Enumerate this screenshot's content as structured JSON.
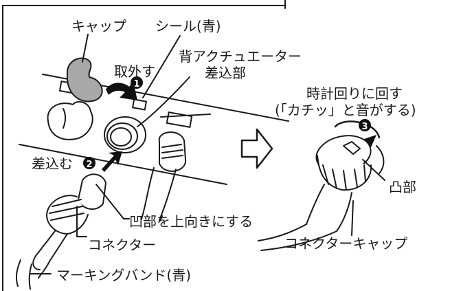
{
  "left": {
    "labels": {
      "cap": "キャップ",
      "seal": "シール(青)",
      "remove": "取外す",
      "back_actuator_line1": "背アクチュエーター",
      "back_actuator_line2": "差込部",
      "insert": "差込む",
      "groove_up": "凹部を上向きにする",
      "connector": "コネクター",
      "marking_band": "マーキングバンド(青)"
    },
    "step_numbers": {
      "remove": "1",
      "insert": "2"
    }
  },
  "right": {
    "labels": {
      "rotate_line1": "時計回りに回す",
      "rotate_line2": "(「カチッ」と音がする)",
      "protrusion": "凸部",
      "connector_cap": "コネクターキャップ"
    },
    "step_numbers": {
      "rotate": "3"
    }
  },
  "colors": {
    "line": "#1a1a1a",
    "cap_gray": "#a8a8a8",
    "marker": "#111111"
  }
}
